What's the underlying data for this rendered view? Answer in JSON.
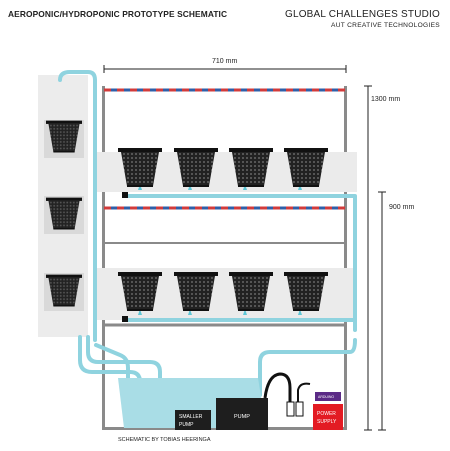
{
  "header": {
    "title": "AEROPONIC/HYDROPONIC PROTOTYPE SCHEMATIC",
    "studio": "GLOBAL CHALLENGES STUDIO",
    "department": "AUT CREATIVE TECHNOLOGIES"
  },
  "dimensions": {
    "width": "710 mm",
    "height_total": "1300 mm",
    "height_lower": "900 mm"
  },
  "labels": {
    "smaller_pump": [
      "SMALLER",
      "PUMP"
    ],
    "pump": "PUMP",
    "power_supply": [
      "POWER",
      "SUPPLY"
    ],
    "arduino": "ARDUINO",
    "credit": "SCHEMATIC BY TOBIAS HEERINGA"
  },
  "colors": {
    "water": "#a9dde6",
    "pipe": "#8fd3df",
    "frame": "#8a8a8a",
    "wire_red": "#d23b3b",
    "wire_blue": "#2f5fa8",
    "pump_dark": "#1e1e1e",
    "power_red": "#e31b23",
    "arduino_purple": "#5b2a86",
    "basket": "#222222"
  },
  "shelves": [
    {
      "name": "upper",
      "baskets": 4
    },
    {
      "name": "lower",
      "baskets": 4
    }
  ],
  "tower": {
    "pots": 3
  }
}
